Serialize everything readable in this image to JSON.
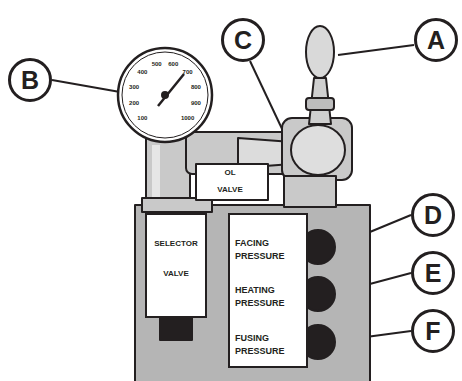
{
  "diagram": {
    "nodes": [
      {
        "text": [
          "A"
        ]
      },
      {
        "text": [
          "B"
        ]
      },
      {
        "text": [
          "C"
        ]
      },
      {
        "text": [
          "D"
        ]
      },
      {
        "text": [
          "E"
        ]
      },
      {
        "text": [
          "F"
        ]
      },
      {
        "text": [
          "SELECTOR VALVE"
        ]
      },
      {
        "text": [
          "FACING PRESSURE",
          "HEATING PRESSURE",
          "FUSING PRESSURE"
        ]
      }
    ],
    "labels": [
      "OL",
      "VALVE",
      "100",
      "200",
      "300",
      "400",
      "500",
      "600",
      "700",
      "800",
      "900",
      "1000"
    ]
  }
}
